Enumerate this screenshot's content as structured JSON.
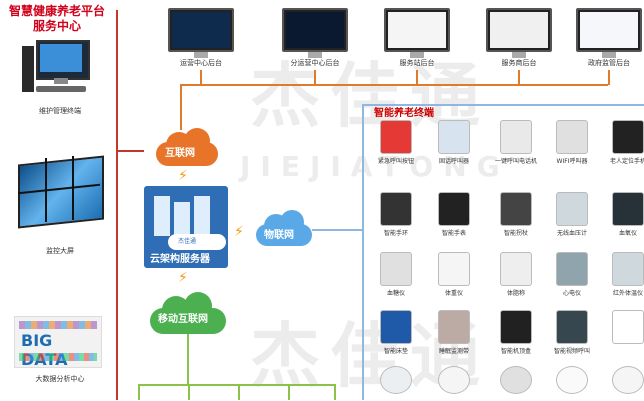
{
  "platform_title_line1": "智慧健康养老平台",
  "platform_title_line2": "服务中心",
  "left_items": [
    {
      "label": "维护管理终端",
      "icon": "desktop-computer-icon"
    },
    {
      "label": "监控大屏",
      "icon": "video-wall-icon"
    },
    {
      "label": "大数据分析中心",
      "icon": "big-data-icon"
    }
  ],
  "big_data_text": "BIG DATA",
  "top_backends": [
    {
      "label": "运营中心后台"
    },
    {
      "label": "分运营中心后台"
    },
    {
      "label": "服务站后台"
    },
    {
      "label": "服务商后台"
    },
    {
      "label": "政府监管后台"
    }
  ],
  "clouds": {
    "internet": "互联网",
    "iot": "物联网",
    "mobile": "移动互联网"
  },
  "server": {
    "brand": "杰佳通",
    "name": "云架构服务器"
  },
  "terminals_title": "智能养老终端",
  "terminal_rows": [
    [
      "紧急呼叫按钮",
      "固话呼叫器",
      "一键呼叫电话机",
      "WIFI呼叫器",
      "老人定位手机"
    ],
    [
      "智能手环",
      "智能手表",
      "智能拐杖",
      "无线血压计",
      "血氧仪"
    ],
    [
      "血糖仪",
      "体重仪",
      "体脂称",
      "心电仪",
      "红外体温仪"
    ],
    [
      "智能床垫",
      "睡眠监测带",
      "智能机顶盒",
      "智能视频呼叫",
      ""
    ],
    [
      "",
      "",
      "",
      "",
      ""
    ]
  ],
  "watermark_top": "杰佳通",
  "watermark_mid": "JIEJIATONG",
  "watermark_bottom": "杰佳通",
  "colors": {
    "title_red": "#d0021b",
    "cloud_orange": "#e8742a",
    "cloud_green": "#4caf50",
    "cloud_blue": "#5aa9e6",
    "server_blue": "#2f6db5",
    "line_orange": "#e07b2a",
    "line_red": "#c0392b",
    "terminal_line": "#8fb8e0"
  }
}
